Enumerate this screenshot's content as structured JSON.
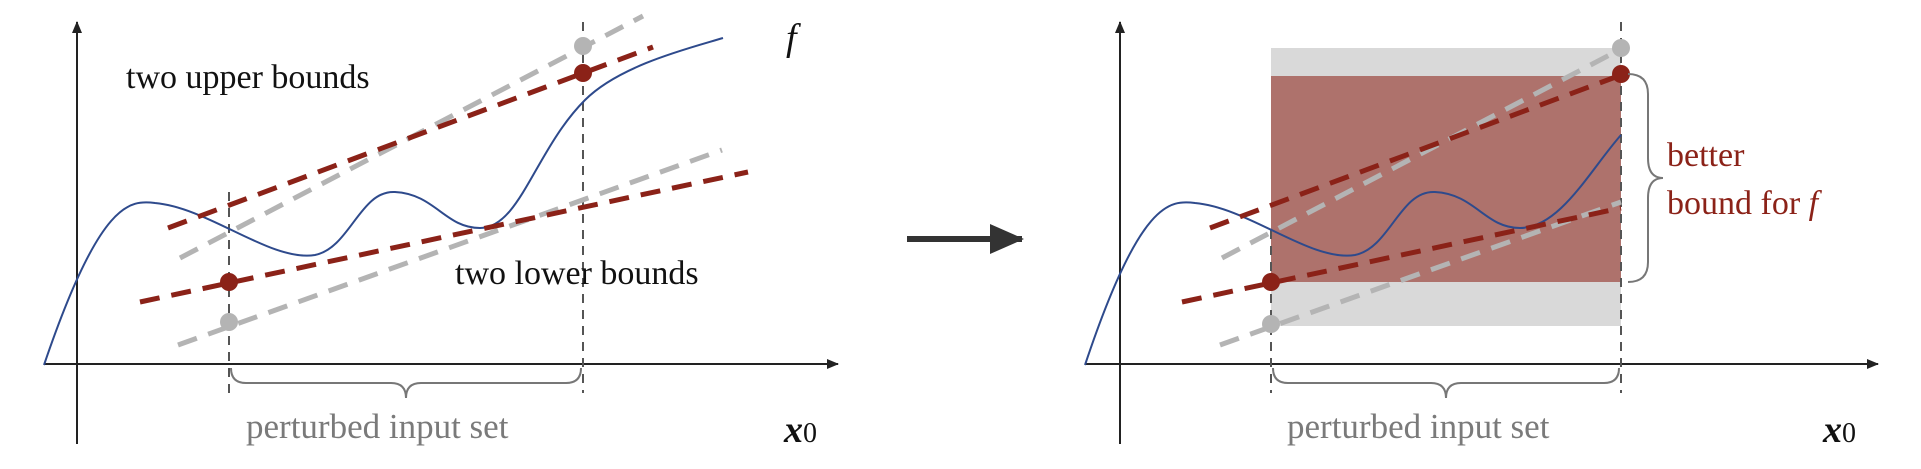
{
  "left_panel": {
    "function_label": "f",
    "upper_bounds_label": "two upper bounds",
    "lower_bounds_label": "two lower bounds",
    "input_set_label": "perturbed input set",
    "x_label_main": "x",
    "x_label_sub": "0"
  },
  "right_panel": {
    "bound_label_line1": "better",
    "bound_label_line2": "bound for ",
    "bound_label_f": "f",
    "input_set_label": "perturbed input set",
    "x_label_main": "x",
    "x_label_sub": "0"
  },
  "colors": {
    "curve": "#2e4a8c",
    "tight_bound": "#8b2218",
    "loose_bound": "#b4b4b4",
    "bound_region": "#a8665f",
    "loose_region": "#d9d9d9",
    "axis": "#222222",
    "guide": "#555555",
    "input_set_text": "#7a7a7a",
    "better_bound_text": "#8b2218",
    "arrow": "#333333"
  }
}
